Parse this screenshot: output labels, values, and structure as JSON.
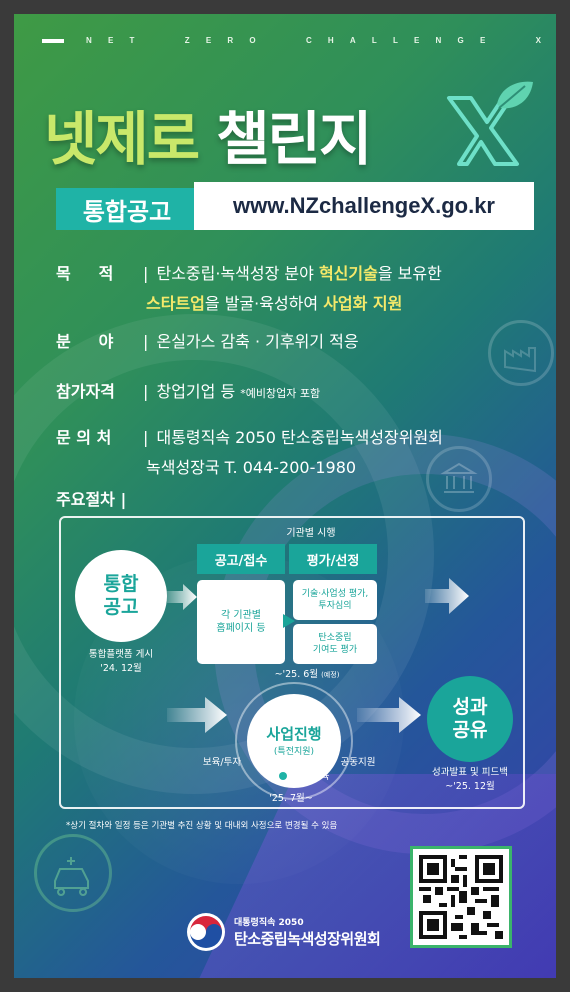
{
  "header": {
    "tagline": [
      "N",
      "E",
      "T",
      "Z",
      "E",
      "R",
      "O",
      "C",
      "H",
      "A",
      "L",
      "L",
      "E",
      "N",
      "G",
      "E",
      "X"
    ],
    "title_part1": "넷제로",
    "title_part2": "챌린지",
    "logo_letter": "X"
  },
  "announce": {
    "badge": "통합공고",
    "url": "www.NZchallengeX.go.kr"
  },
  "info": {
    "purpose_label": "목     적",
    "purpose_line1_a": "탄소중립·녹색성장 분야 ",
    "purpose_line1_hl": "혁신기술",
    "purpose_line1_b": "을 보유한",
    "purpose_line2_hl1": "스타트업",
    "purpose_line2_a": "을 발굴·육성하여 ",
    "purpose_line2_hl2": "사업화 지원",
    "field_label": "분     야",
    "field_text": "온실가스 감축 · 기후위기 적응",
    "eligibility_label": "참가자격",
    "eligibility_text": "창업기업 등",
    "eligibility_note": "*예비창업자 포함",
    "contact_label": "문 의 처",
    "contact_line1": "대통령직속 2050 탄소중립녹색성장위원회",
    "contact_line2": "녹색성장국 T. 044-200-1980",
    "sep": "|"
  },
  "process": {
    "title": "주요절차 |",
    "agency_header": "기관별 시행",
    "step1": "통합\n공고",
    "step1_caption_1": "통합플랫폼 게시",
    "step1_caption_2": "'24. 12월",
    "tab_receive": "공고/접수",
    "tab_eval": "평가/선정",
    "box_each_agency": "각 기관별\n홈페이지 등",
    "box_eval1": "기술·사업성 평가,\n투자심의",
    "box_eval2": "탄소중립\n기여도 평가",
    "period1": "~'25. 6월",
    "period1_note": "(예정)",
    "step_project": "사업진행",
    "step_project_sub": "(특전지원)",
    "label_left": "보육/투자",
    "label_right": "공동지원",
    "label_bottom": "추가보육",
    "period2": "'25. 7월~",
    "step_result": "성과\n공유",
    "result_caption_1": "성과발표 및 피드백",
    "result_caption_2": "~'25. 12월"
  },
  "footnote": "*상기 절차와 일정 등은 기관별 추진 상황 및 대내외 사정으로 변경될 수 있음",
  "org": {
    "small": "대통령직속 2050",
    "big": "탄소중립녹색성장위원회"
  },
  "colors": {
    "teal": "#1aa59a",
    "lime": "#c9e86a",
    "highlight": "#f5e96a"
  }
}
